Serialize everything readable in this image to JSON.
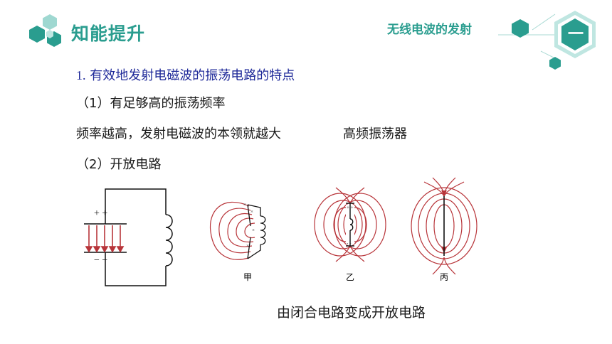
{
  "header": {
    "section_title": "知能提升",
    "topic_title": "无线电波的发射",
    "chapter_number": "一",
    "accent": "#2a9d8f",
    "accent_light": "#5fc4b8"
  },
  "content": {
    "heading_number": "1.",
    "heading_text": "有效地发射电磁波的振荡电路的特点",
    "heading_color": "#1f2a99",
    "point1": "（1）有足够高的振荡频率",
    "point1_note": "频率越高，发射电磁波的本领就越大",
    "point1_term": "高频振荡器",
    "point2": "（2）开放电路"
  },
  "figures": {
    "capacitor_signs_top": "+  +",
    "capacitor_signs_bottom": "−  −",
    "labels": [
      "甲",
      "乙",
      "丙"
    ],
    "field_color": "#b8353a",
    "caption": "由闭合电路变成开放电路"
  }
}
